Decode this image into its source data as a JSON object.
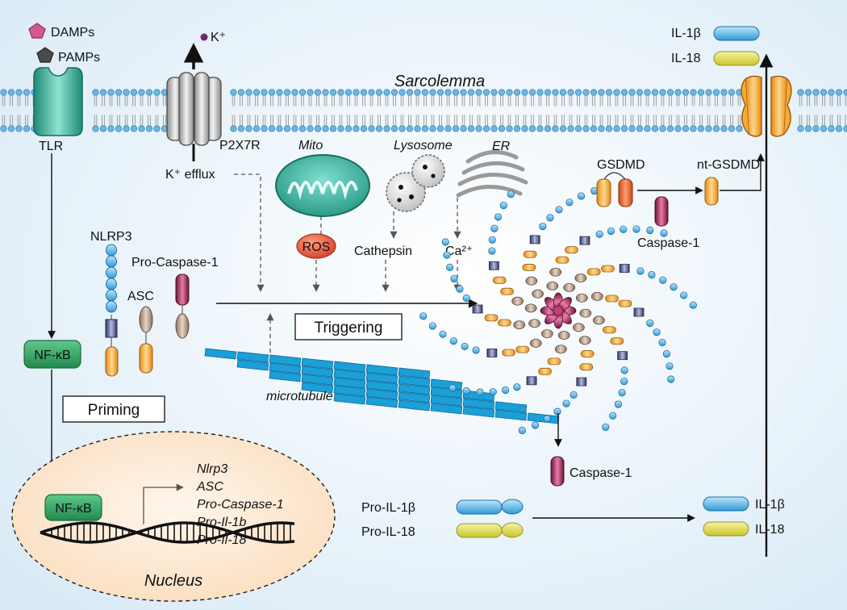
{
  "ligands": {
    "damps": "DAMPs",
    "pamps": "PAMPs"
  },
  "receptors": {
    "tlr": "TLR",
    "p2x7r": "P2X7R",
    "k_ion": "K⁺",
    "k_efflux": "K⁺ efflux"
  },
  "membrane": {
    "title": "Sarcolemma"
  },
  "organelles": {
    "mito": "Mito",
    "lysosome": "Lysosome",
    "er": "ER",
    "ros": "ROS",
    "cathepsin": "Cathepsin",
    "calcium": "Ca²⁺"
  },
  "components": {
    "nlrp3": "NLRP3",
    "asc": "ASC",
    "pro_caspase1": "Pro-Caspase-1",
    "nfkb": "NF-κB"
  },
  "labels": {
    "triggering": "Triggering",
    "priming": "Priming",
    "microtubule": "microtubule"
  },
  "nucleus": {
    "title": "Nucleus",
    "nfkb": "NF-κB",
    "genes": [
      "Nlrp3",
      "ASC",
      "Pro-Caspase-1",
      "Pro-Il-1b",
      "Pro-Il-18"
    ]
  },
  "gasdermin": {
    "gsdmd": "GSDMD",
    "nt_gsdmd": "nt-GSDMD",
    "caspase1": "Caspase-1"
  },
  "caspase1_active": "Caspase-1",
  "pro_cytokines": {
    "il1b": "Pro-IL-1β",
    "il18": "Pro-IL-18"
  },
  "cytokines": {
    "il1b": "IL-1β",
    "il18": "IL-18"
  },
  "released": {
    "il1b": "IL-1β",
    "il18": "IL-18"
  },
  "colors": {
    "background": "#e7f2f9",
    "membrane_blue": "#6fb5e3",
    "teal": "#2aa18b",
    "orange": "#f5a623",
    "ros_red": "#e05a3c",
    "nfkb_green": "#2e9d5a",
    "caspase_magenta": "#a3285d",
    "asc_tan": "#b89d86",
    "nlrp3_blue": "#4f9fd8",
    "nlrp3_nod": "#3f4b86",
    "microtubule": "#1a9fd8",
    "il18_yellow": "#e4e05a",
    "nucleus_fill": "#fde9d2"
  }
}
